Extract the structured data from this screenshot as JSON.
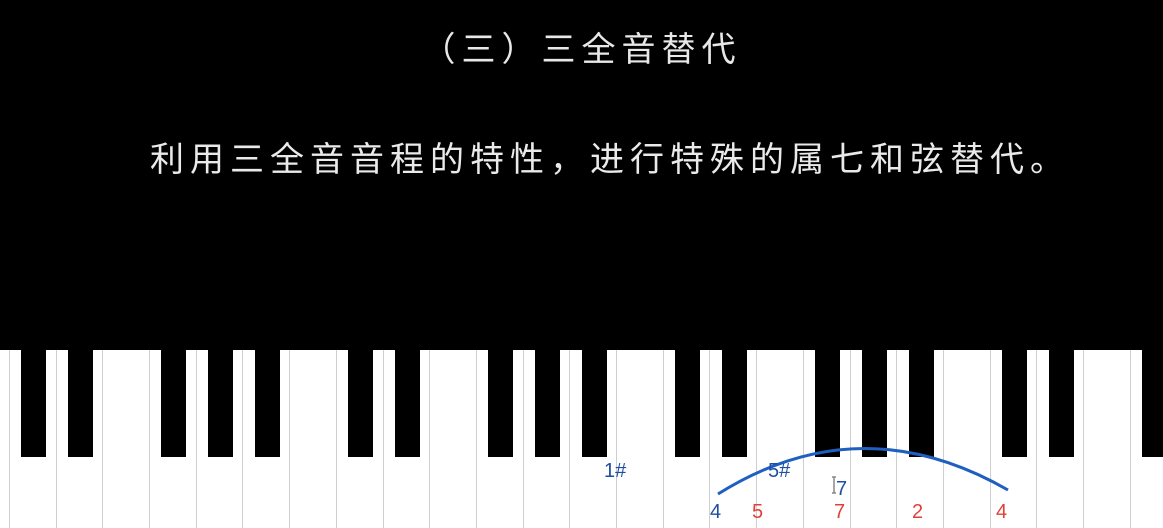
{
  "title": "（三）三全音替代",
  "subtitle": "利用三全音音程的特性，进行特殊的属七和弦替代。",
  "colors": {
    "background": "#000000",
    "blue_label": "#1f4fa0",
    "red_label": "#e0403a",
    "arc": "#1f5fc0"
  },
  "labels": {
    "blue": [
      "1#",
      "5#",
      "7",
      "4",
      "4"
    ],
    "red": [
      "5",
      "7",
      "2"
    ]
  }
}
